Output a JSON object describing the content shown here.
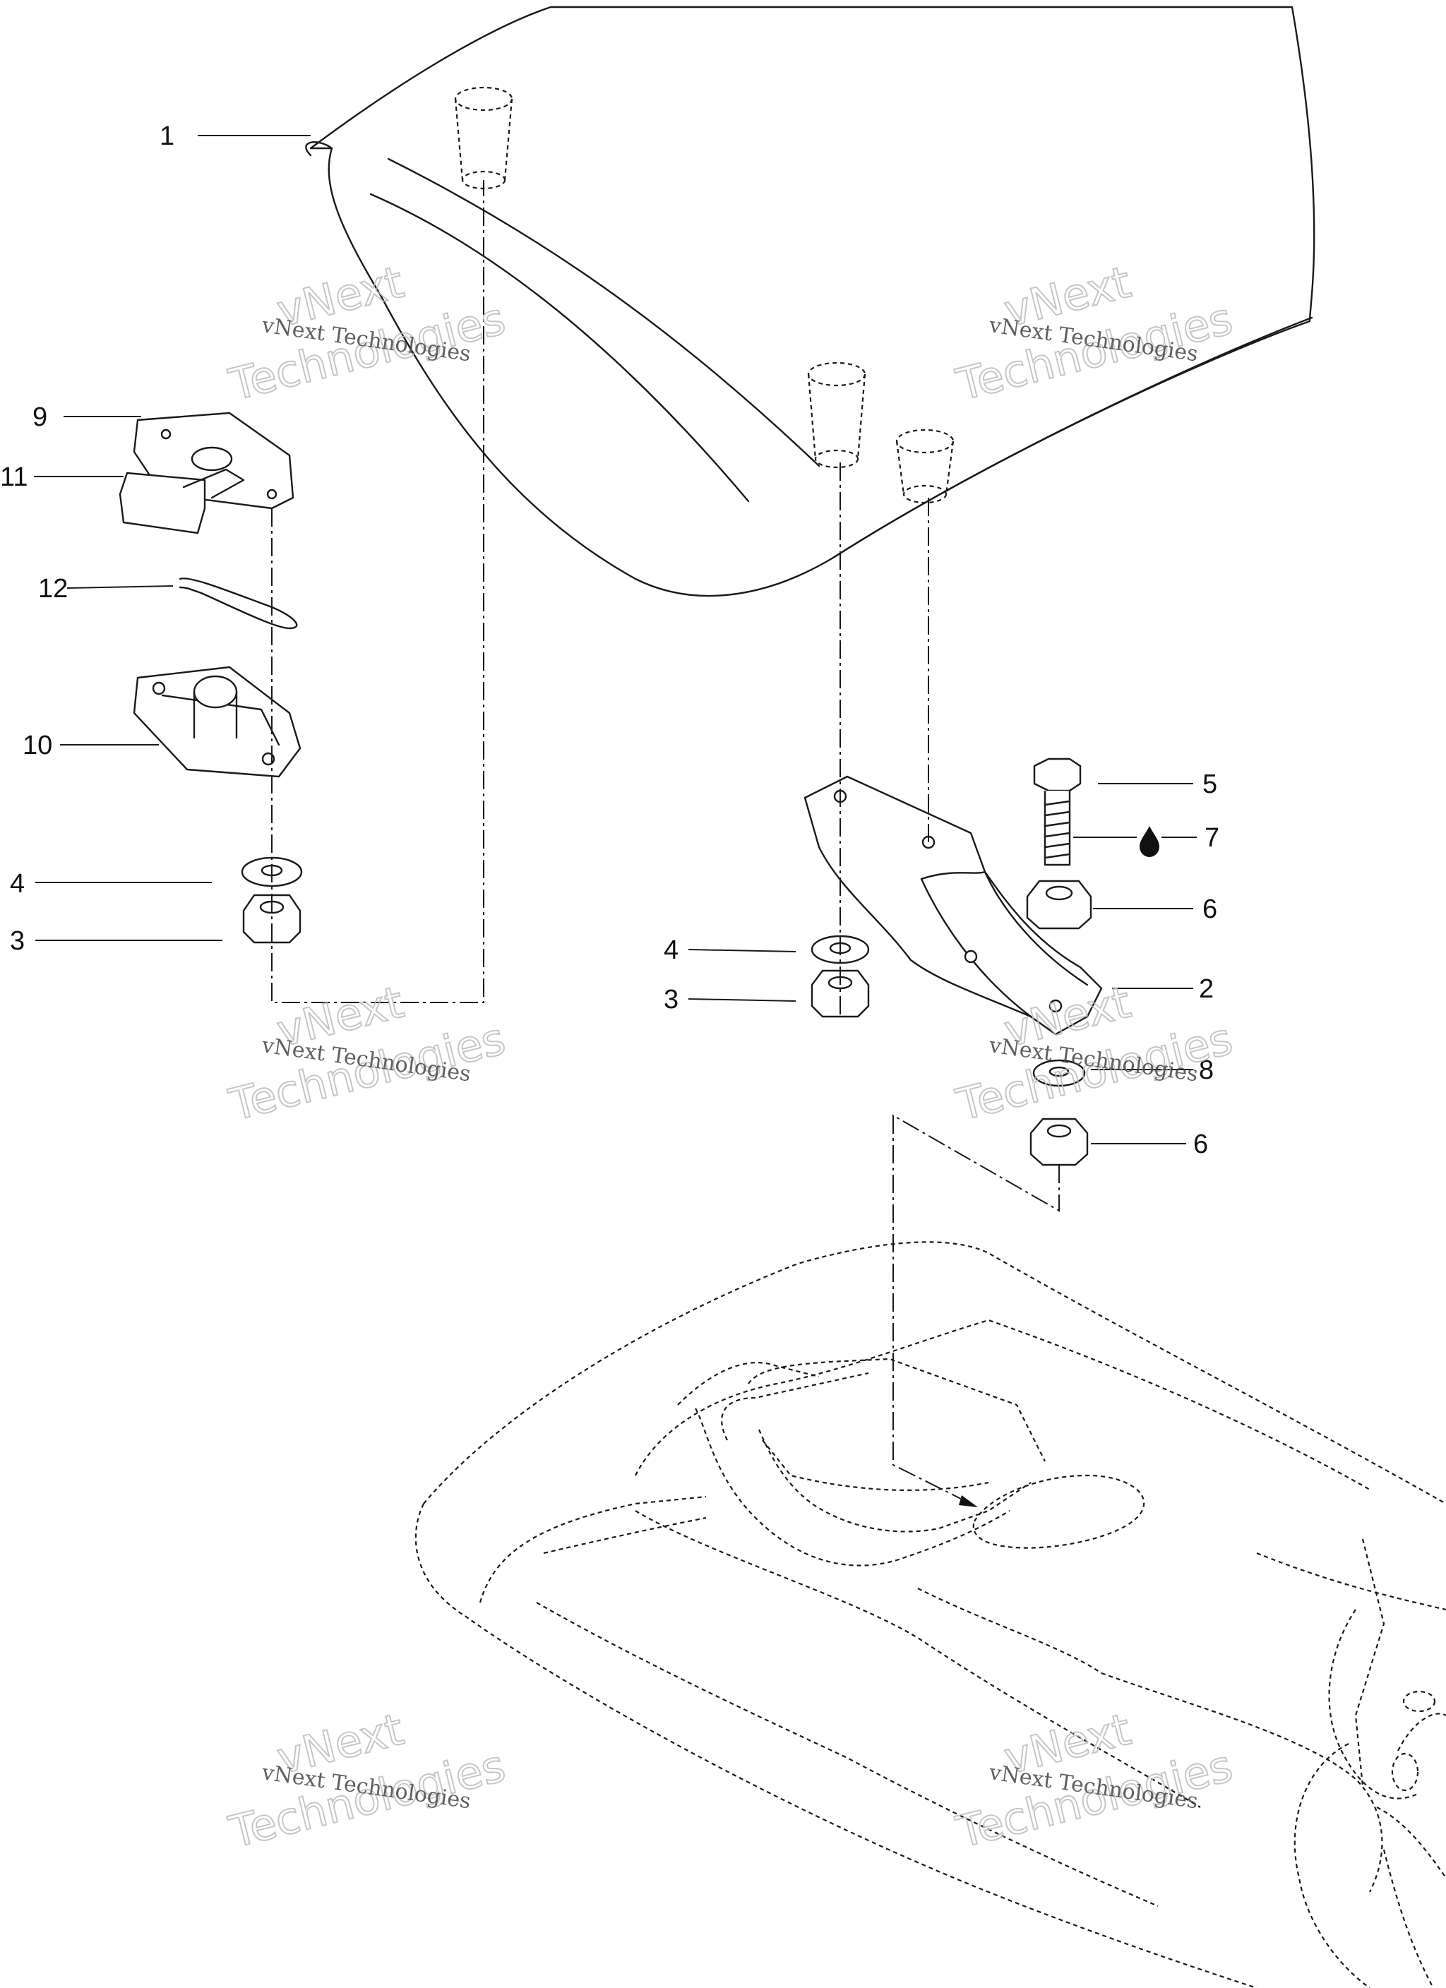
{
  "diagram": {
    "callouts": [
      {
        "id": "c1",
        "label": "1"
      },
      {
        "id": "c9",
        "label": "9"
      },
      {
        "id": "c11",
        "label": "11"
      },
      {
        "id": "c12",
        "label": "12"
      },
      {
        "id": "c10",
        "label": "10"
      },
      {
        "id": "c4a",
        "label": "4"
      },
      {
        "id": "c3a",
        "label": "3"
      },
      {
        "id": "c5",
        "label": "5"
      },
      {
        "id": "c7",
        "label": "7"
      },
      {
        "id": "c6a",
        "label": "6"
      },
      {
        "id": "c4b",
        "label": "4"
      },
      {
        "id": "c3b",
        "label": "3"
      },
      {
        "id": "c2",
        "label": "2"
      },
      {
        "id": "c8",
        "label": "8"
      },
      {
        "id": "c6b",
        "label": "6"
      }
    ],
    "watermark": {
      "line1": "vNext Technologies",
      "line2": "vNext",
      "line3": "Technologies"
    }
  }
}
